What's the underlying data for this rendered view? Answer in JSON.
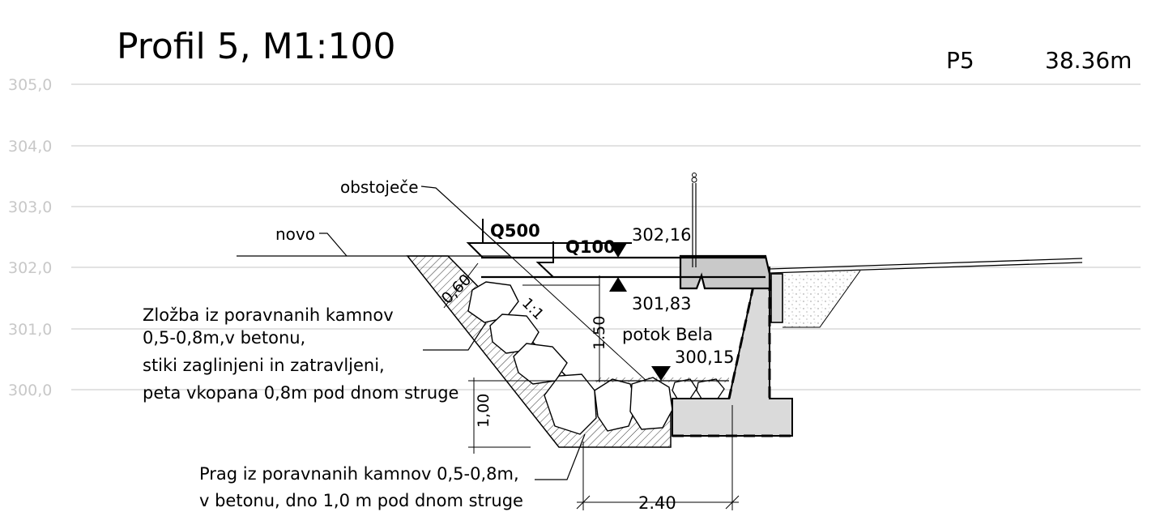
{
  "title": "Profil 5, M1:100",
  "profile_id": "P5",
  "station": "38.36m",
  "elevation_axis": {
    "labels": [
      "305,0",
      "304,0",
      "303,0",
      "302,0",
      "301,0",
      "300,0"
    ],
    "values": [
      305.0,
      304.0,
      303.0,
      302.0,
      301.0,
      300.0
    ]
  },
  "labels": {
    "existing": "obstoječe",
    "new": "novo",
    "q500": "Q500",
    "q100": "Q100",
    "level_top": "302,16",
    "level_mid": "301,83",
    "level_bottom": "300,15",
    "stream_name": "potok Bela",
    "slope": "1:1"
  },
  "dimensions": {
    "thickness": "0,60",
    "height_150": "1.50",
    "height_100": "1,00",
    "width_240": "2.40"
  },
  "notes": {
    "revetment": [
      "Zložba iz poravnanih kamnov",
      "0,5-0,8m,v betonu,",
      "stiki zaglinjeni in zatravljeni,",
      "peta vkopana 0,8m pod dnom struge"
    ],
    "sill": [
      "Prag iz poravnanih kamnov 0,5-0,8m,",
      "v betonu, dno 1,0 m pod dnom struge"
    ]
  }
}
